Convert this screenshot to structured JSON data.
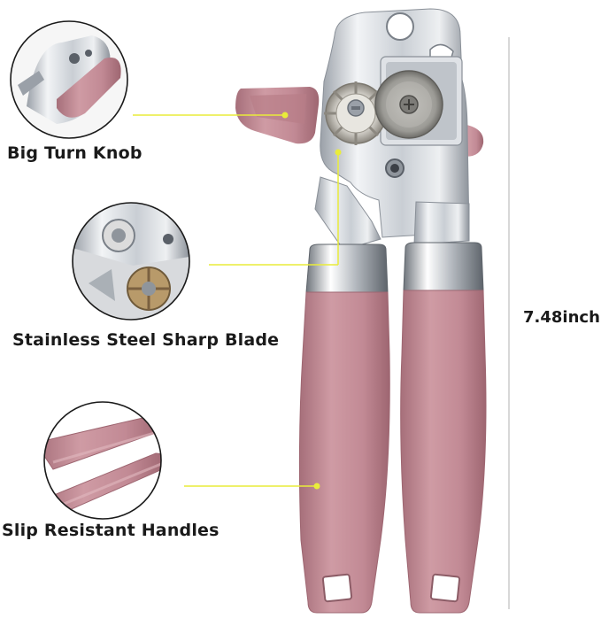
{
  "features": {
    "knob_label": "Big Turn Knob",
    "blade_label": "Stainless Steel Sharp Blade",
    "handle_label": "Slip Resistant Handles"
  },
  "dimension": {
    "height_label": "7.48inch"
  },
  "colors": {
    "handle_pink": "#c58e98",
    "handle_pink_dark": "#a9707b",
    "steel": "#cfd3d8",
    "steel_dark": "#8a9098",
    "callout_line": "#e9ec3a",
    "dimension_line": "#bbbbbb"
  }
}
